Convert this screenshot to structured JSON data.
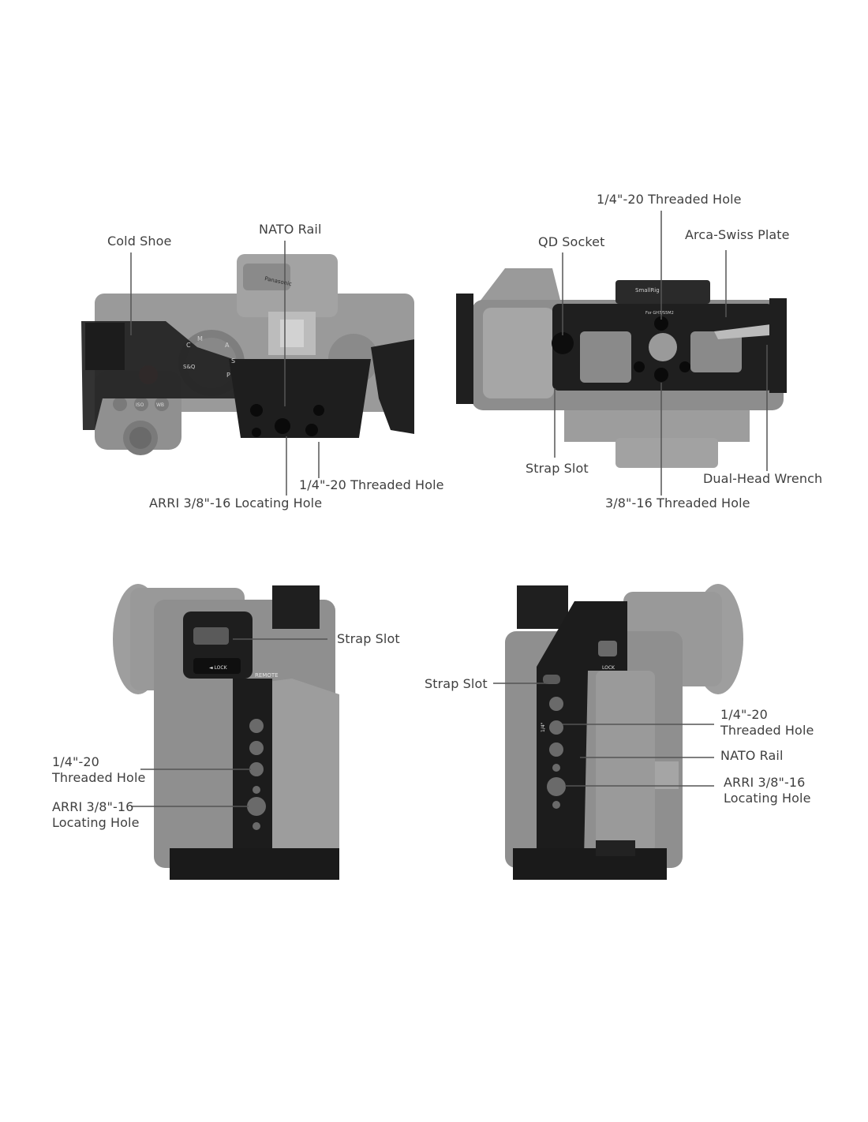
{
  "colors": {
    "background": "#ffffff",
    "camera_body": "#8e8e8e",
    "camera_dark": "#6f6f6f",
    "cage_metal": "#1f1f1f",
    "leader_line": "#555555",
    "label_text": "#3f3f3f"
  },
  "views": {
    "top_view": {
      "labels": {
        "cold_shoe": "Cold Shoe",
        "nato_rail": "NATO Rail",
        "threaded_hole_14": "1/4\"-20 Threaded Hole",
        "arri_locating_hole": "ARRI 3/8\"-16 Locating Hole"
      },
      "camera_text": {
        "brand": "Panasonic",
        "mode_dial": [
          "C",
          "M",
          "A",
          "S",
          "P",
          "S&Q"
        ],
        "buttons": [
          "ISO",
          "WB"
        ]
      }
    },
    "bottom_view": {
      "labels": {
        "threaded_hole_14": "1/4\"-20 Threaded Hole",
        "qd_socket": "QD Socket",
        "arca_swiss_plate": "Arca-Swiss Plate",
        "strap_slot": "Strap Slot",
        "dual_head_wrench": "Dual-Head Wrench",
        "threaded_hole_38": "3/8\"-16 Threaded Hole"
      },
      "plate_text": {
        "brand": "SmallRig",
        "model_note": "For GH7/S5M2"
      }
    },
    "left_side_view": {
      "labels": {
        "strap_slot": "Strap Slot",
        "threaded_hole_line1": "1/4\"-20",
        "threaded_hole_line2": "Threaded Hole",
        "arri_line1": "ARRI 3/8\"-16",
        "arri_line2": "Locating Hole"
      },
      "cage_text": {
        "lock": "◄ LOCK",
        "remote": "REMOTE"
      }
    },
    "right_side_view": {
      "labels": {
        "strap_slot": "Strap Slot",
        "threaded_hole_line1": "1/4\"-20",
        "threaded_hole_line2": "Threaded Hole",
        "nato_rail": "NATO Rail",
        "arri_line1": "ARRI 3/8\"-16",
        "arri_line2": "Locating Hole"
      },
      "cage_text": {
        "lock": "LOCK",
        "thread_mark": "1/4\""
      }
    }
  }
}
